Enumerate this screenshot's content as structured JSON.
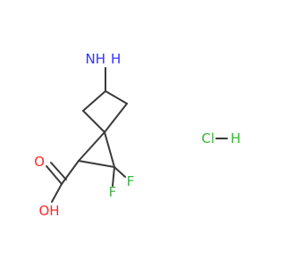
{
  "molecule": {
    "amine_group": "NH",
    "amine_h": "H",
    "carboxyl_oh": "OH",
    "carboxyl_o": "O",
    "fluorine_1": "F",
    "fluorine_2": "F",
    "salt_cl": "Cl",
    "salt_h": "H"
  },
  "colors": {
    "bond": "#3a3a3a",
    "nitrogen": "#3333ff",
    "oxygen": "#ff2a2a",
    "fluorine": "#3cb44a",
    "chlorine": "#33b833"
  }
}
